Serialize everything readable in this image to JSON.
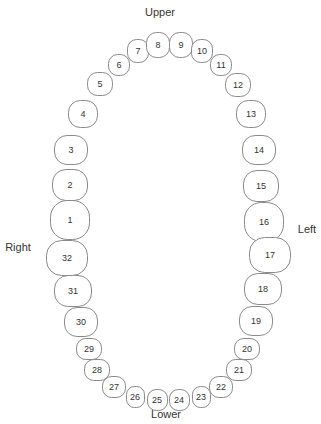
{
  "diagram": {
    "nodes": [
      {
        "text": [
          "1"
        ]
      },
      {
        "text": [
          "2"
        ]
      },
      {
        "text": [
          "3"
        ]
      },
      {
        "text": [
          "4"
        ]
      },
      {
        "text": [
          "5"
        ]
      },
      {
        "text": [
          "6"
        ]
      },
      {
        "text": [
          "7"
        ]
      },
      {
        "text": [
          "8"
        ]
      },
      {
        "text": [
          "9"
        ]
      },
      {
        "text": [
          "10"
        ]
      },
      {
        "text": [
          "11"
        ]
      },
      {
        "text": [
          "12"
        ]
      },
      {
        "text": [
          "13"
        ]
      },
      {
        "text": [
          "14"
        ]
      },
      {
        "text": [
          "15"
        ]
      },
      {
        "text": [
          "16"
        ]
      },
      {
        "text": [
          "17"
        ]
      },
      {
        "text": [
          "18"
        ]
      },
      {
        "text": [
          "19"
        ]
      },
      {
        "text": [
          "20"
        ]
      },
      {
        "text": [
          "21"
        ]
      },
      {
        "text": [
          "22"
        ]
      },
      {
        "text": [
          "23"
        ]
      },
      {
        "text": [
          "24"
        ]
      },
      {
        "text": [
          "25"
        ]
      },
      {
        "text": [
          "26"
        ]
      },
      {
        "text": [
          "27"
        ]
      },
      {
        "text": [
          "28"
        ]
      },
      {
        "text": [
          "29"
        ]
      },
      {
        "text": [
          "30"
        ]
      },
      {
        "text": [
          "31"
        ]
      },
      {
        "text": [
          "32"
        ]
      }
    ],
    "labels": [
      "Upper",
      "Right",
      "Left",
      "Lower"
    ]
  }
}
